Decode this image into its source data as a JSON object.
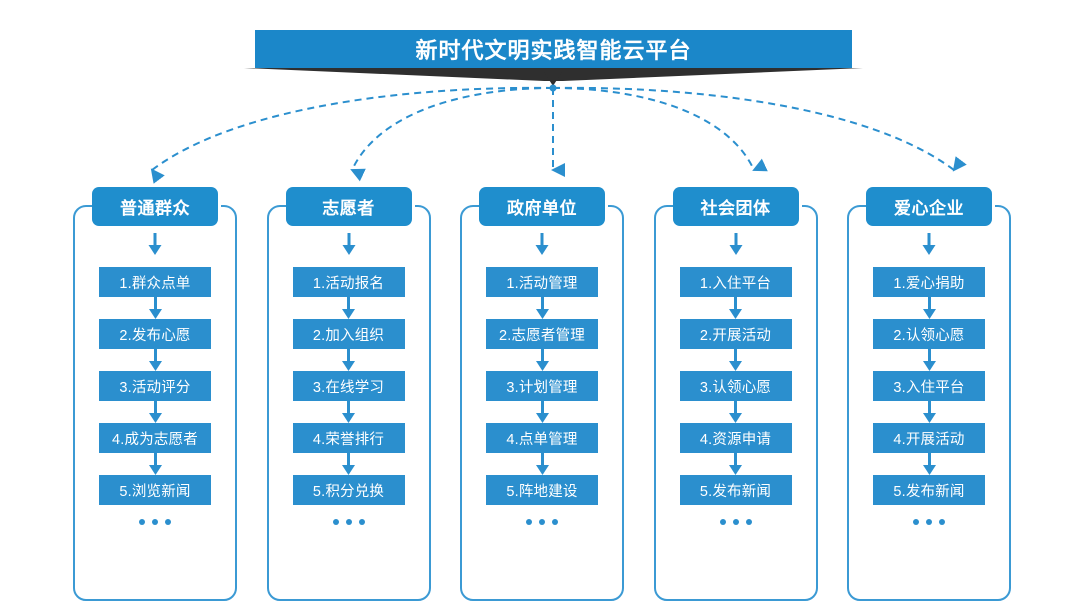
{
  "title": "新时代文明实践智能云平台",
  "colors": {
    "banner_blue": "#1b87c9",
    "box_blue": "#2b8fce",
    "header_blue": "#1f8ecd",
    "frame_border": "#3b9ad4",
    "shadow_gray": "#2f2f2f",
    "dashed_arrow": "#2b8fce",
    "text_on_blue": "#ffffff",
    "background": "#ffffff"
  },
  "more_indicator": "• • •",
  "columns": [
    {
      "header": "普通群众",
      "steps": [
        "1.群众点单",
        "2.发布心愿",
        "3.活动评分",
        "4.成为志愿者",
        "5.浏览新闻"
      ]
    },
    {
      "header": "志愿者",
      "steps": [
        "1.活动报名",
        "2.加入组织",
        "3.在线学习",
        "4.荣誉排行",
        "5.积分兑换"
      ]
    },
    {
      "header": "政府单位",
      "steps": [
        "1.活动管理",
        "2.志愿者管理",
        "3.计划管理",
        "4.点单管理",
        "5.阵地建设"
      ]
    },
    {
      "header": "社会团体",
      "steps": [
        "1.入住平台",
        "2.开展活动",
        "3.认领心愿",
        "4.资源申请",
        "5.发布新闻"
      ]
    },
    {
      "header": "爱心企业",
      "steps": [
        "1.爱心捐助",
        "2.认领心愿",
        "3.入住平台",
        "4.开展活动",
        "5.发布新闻"
      ]
    }
  ]
}
